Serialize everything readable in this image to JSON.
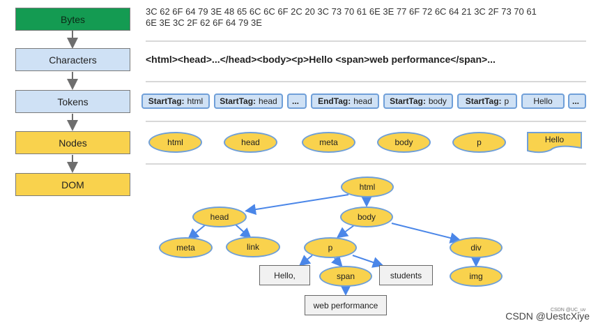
{
  "stages": [
    "Bytes",
    "Characters",
    "Tokens",
    "Nodes",
    "DOM"
  ],
  "bytes": [
    "3C 62 6F 64 79 3E 48 65 6C 6C 6F 2C 20 3C 73 70 61 6E 3E 77 6F 72 6C 64 21 3C 2F 73 70 61",
    "6E 3E 3C 2F 62 6F 64 79 3E"
  ],
  "characters": "<html><head>...</head><body><p>Hello <span>web performance</span>...",
  "tokens": [
    {
      "kind": "StartTag:",
      "value": "html"
    },
    {
      "kind": "StartTag:",
      "value": "head"
    },
    {
      "kind": "...",
      "value": ""
    },
    {
      "kind": "EndTag:",
      "value": "head"
    },
    {
      "kind": "StartTag:",
      "value": "body"
    },
    {
      "kind": "StartTag:",
      "value": "p"
    },
    {
      "kind": "",
      "value": "Hello"
    },
    {
      "kind": "...",
      "value": ""
    }
  ],
  "nodes": [
    "html",
    "head",
    "meta",
    "body",
    "p",
    "Hello"
  ],
  "tree": {
    "html": "html",
    "head": "head",
    "body": "body",
    "meta": "meta",
    "link": "link",
    "p": "p",
    "div": "div",
    "hello": "Hello,",
    "span": "span",
    "students": "students",
    "img": "img",
    "web_performance": "web performance"
  },
  "watermark": {
    "main": "CSDN @UestcXiye",
    "small": "CSDN @UC_uv"
  },
  "colors": {
    "bytes_stage": "#149b52",
    "token_stage": "#cfe1f5",
    "node_stage": "#f9d24d",
    "edge": "#4a86e8"
  }
}
